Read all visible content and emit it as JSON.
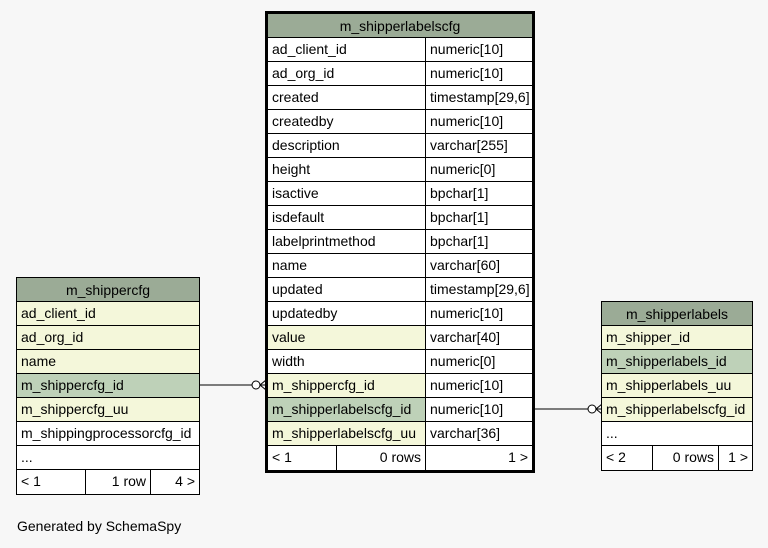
{
  "tables": {
    "main": {
      "name": "m_shipperlabelscfg",
      "columns": [
        {
          "name": "ad_client_id",
          "type": "numeric[10]",
          "style": "plain"
        },
        {
          "name": "ad_org_id",
          "type": "numeric[10]",
          "style": "plain"
        },
        {
          "name": "created",
          "type": "timestamp[29,6]",
          "style": "plain"
        },
        {
          "name": "createdby",
          "type": "numeric[10]",
          "style": "plain"
        },
        {
          "name": "description",
          "type": "varchar[255]",
          "style": "plain"
        },
        {
          "name": "height",
          "type": "numeric[0]",
          "style": "plain"
        },
        {
          "name": "isactive",
          "type": "bpchar[1]",
          "style": "plain"
        },
        {
          "name": "isdefault",
          "type": "bpchar[1]",
          "style": "plain"
        },
        {
          "name": "labelprintmethod",
          "type": "bpchar[1]",
          "style": "plain"
        },
        {
          "name": "name",
          "type": "varchar[60]",
          "style": "plain"
        },
        {
          "name": "updated",
          "type": "timestamp[29,6]",
          "style": "plain"
        },
        {
          "name": "updatedby",
          "type": "numeric[10]",
          "style": "plain"
        },
        {
          "name": "value",
          "type": "varchar[40]",
          "style": "index"
        },
        {
          "name": "width",
          "type": "numeric[0]",
          "style": "plain"
        },
        {
          "name": "m_shippercfg_id",
          "type": "numeric[10]",
          "style": "index"
        },
        {
          "name": "m_shipperlabelscfg_id",
          "type": "numeric[10]",
          "style": "primary"
        },
        {
          "name": "m_shipperlabelscfg_uu",
          "type": "varchar[36]",
          "style": "index"
        }
      ],
      "footer": {
        "parents": "< 1",
        "rows": "0 rows",
        "children": "1 >"
      }
    },
    "left": {
      "name": "m_shippercfg",
      "columns": [
        {
          "name": "ad_client_id",
          "style": "index"
        },
        {
          "name": "ad_org_id",
          "style": "index"
        },
        {
          "name": "name",
          "style": "index"
        },
        {
          "name": "m_shippercfg_id",
          "style": "primary"
        },
        {
          "name": "m_shippercfg_uu",
          "style": "index"
        },
        {
          "name": "m_shippingprocessorcfg_id",
          "style": "plain"
        },
        {
          "name": "...",
          "style": "plain"
        }
      ],
      "footer": {
        "parents": "< 1",
        "rows": "1 row",
        "children": "4 >"
      }
    },
    "right": {
      "name": "m_shipperlabels",
      "columns": [
        {
          "name": "m_shipper_id",
          "style": "index"
        },
        {
          "name": "m_shipperlabels_id",
          "style": "primary"
        },
        {
          "name": "m_shipperlabels_uu",
          "style": "index"
        },
        {
          "name": "m_shipperlabelscfg_id",
          "style": "index"
        },
        {
          "name": "...",
          "style": "plain"
        }
      ],
      "footer": {
        "parents": "< 2",
        "rows": "0 rows",
        "children": "1 >"
      }
    }
  },
  "colors": {
    "header": "#9bab96",
    "primary_key": "#bed1b8",
    "indexed": "#f4f7da",
    "plain": "#ffffff",
    "background": "#f7f7f7"
  },
  "generated_by": "Generated by SchemaSpy"
}
